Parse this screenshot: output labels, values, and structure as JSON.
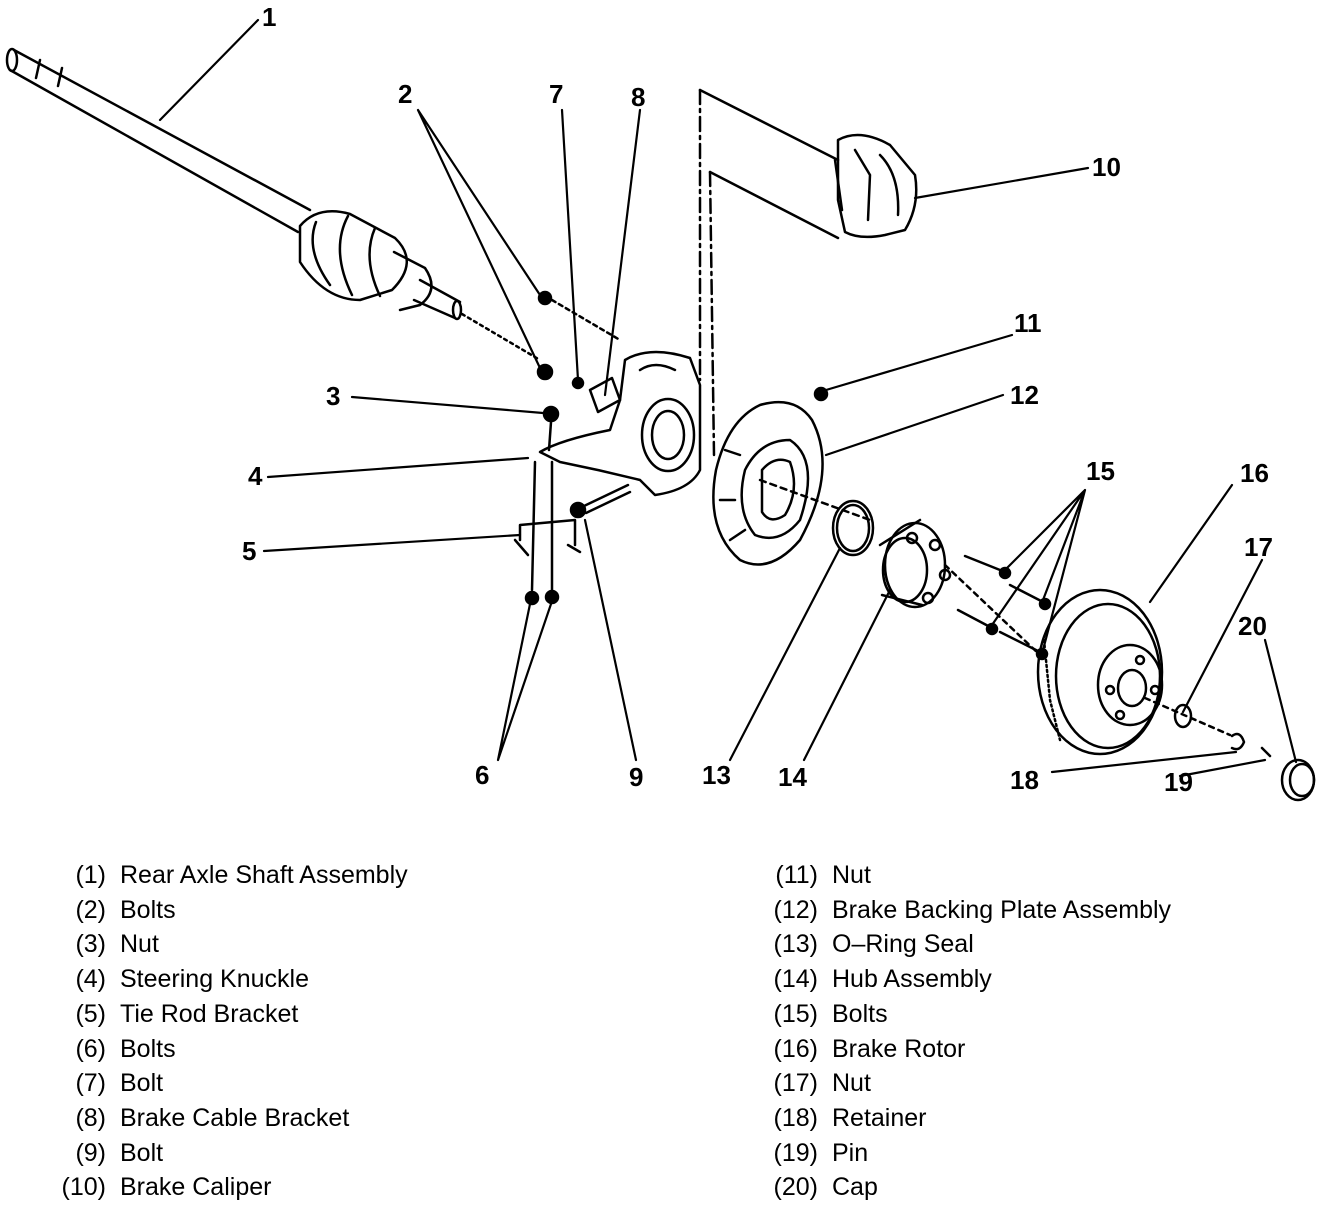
{
  "callouts": [
    "1",
    "2",
    "3",
    "4",
    "5",
    "6",
    "7",
    "8",
    "9",
    "10",
    "11",
    "12",
    "13",
    "14",
    "15",
    "16",
    "17",
    "18",
    "19",
    "20"
  ],
  "legend": [
    {
      "num": "(1)",
      "label": "Rear Axle Shaft Assembly"
    },
    {
      "num": "(2)",
      "label": "Bolts"
    },
    {
      "num": "(3)",
      "label": "Nut"
    },
    {
      "num": "(4)",
      "label": "Steering Knuckle"
    },
    {
      "num": "(5)",
      "label": "Tie Rod Bracket"
    },
    {
      "num": "(6)",
      "label": "Bolts"
    },
    {
      "num": "(7)",
      "label": "Bolt"
    },
    {
      "num": "(8)",
      "label": "Brake Cable Bracket"
    },
    {
      "num": "(9)",
      "label": "Bolt"
    },
    {
      "num": "(10)",
      "label": "Brake Caliper"
    },
    {
      "num": "(11)",
      "label": "Nut"
    },
    {
      "num": "(12)",
      "label": "Brake Backing Plate Assembly"
    },
    {
      "num": "(13)",
      "label": "O–Ring Seal"
    },
    {
      "num": "(14)",
      "label": "Hub Assembly"
    },
    {
      "num": "(15)",
      "label": "Bolts"
    },
    {
      "num": "(16)",
      "label": "Brake Rotor"
    },
    {
      "num": "(17)",
      "label": "Nut"
    },
    {
      "num": "(18)",
      "label": "Retainer"
    },
    {
      "num": "(19)",
      "label": "Pin"
    },
    {
      "num": "(20)",
      "label": "Cap"
    }
  ]
}
